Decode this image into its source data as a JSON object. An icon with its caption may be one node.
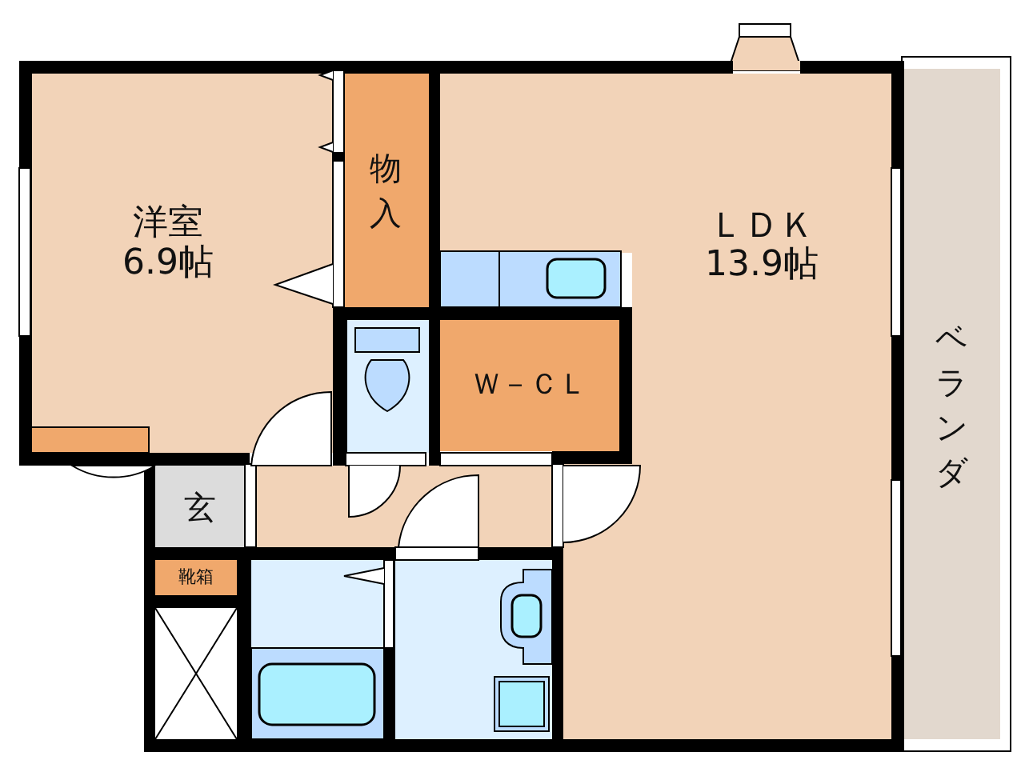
{
  "diagram": {
    "nodes": [
      {
        "text": [
          "洋室",
          "6.9帖"
        ]
      },
      {
        "text": [
          "物入"
        ]
      },
      {
        "text": [
          "Ｗ－ＣＬ"
        ]
      },
      {
        "text": [
          "ＬＤＫ",
          "13.9帖"
        ]
      },
      {
        "text": [
          "ベランダ"
        ]
      },
      {
        "text": [
          "玄"
        ]
      },
      {
        "text": [
          "靴箱"
        ]
      }
    ]
  }
}
